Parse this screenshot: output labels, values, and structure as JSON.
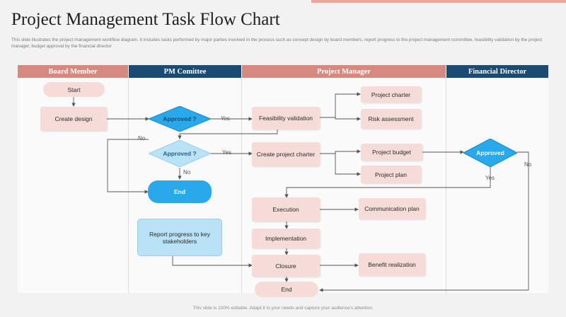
{
  "header": {
    "title": "Project Management Task Flow Chart",
    "subtitle": "This slide illustrates the project management workflow diagram. It includes tasks performed by major parties involved in the process such as concept design by board members, report progress to the project management committee, feasibility validation by the project manager, budget approval by the financial director"
  },
  "lanes": [
    {
      "label": "Board Member"
    },
    {
      "label": "PM Comittee"
    },
    {
      "label": "Project Manager"
    },
    {
      "label": "Financial Director"
    }
  ],
  "nodes": {
    "start": "Start",
    "create_design": "Create design",
    "approved1": "Approved ?",
    "approved2": "Approved ?",
    "end_pm": "End",
    "report_progress": "Report progress to key stakeholders",
    "feasibility": "Feasibility validation",
    "create_charter": "Create project charter",
    "project_charter": "Project charter",
    "risk": "Risk assessment",
    "project_budget": "Project budget",
    "project_plan": "Project plan",
    "execution": "Execution",
    "communication": "Communication plan",
    "implementation": "Implementation",
    "closure": "Closure",
    "benefit": "Benefit realization",
    "end_final": "End",
    "approved_fd": "Approved"
  },
  "edge_labels": {
    "yes1": "Yes",
    "no1": "No",
    "yes2": "Yes",
    "no2": "No",
    "yes3": "Yes",
    "no3": "No"
  },
  "footer": {
    "text": "This slide is 100% editable. Adapt it to your needs and capture your audience's attention."
  },
  "colors": {
    "lane_salmon": "#d48a80",
    "lane_navy": "#1b4a72",
    "box_pink": "#f6dcd8",
    "diamond_blue": "#29a8ec",
    "diamond_light": "#b9e2f6"
  }
}
